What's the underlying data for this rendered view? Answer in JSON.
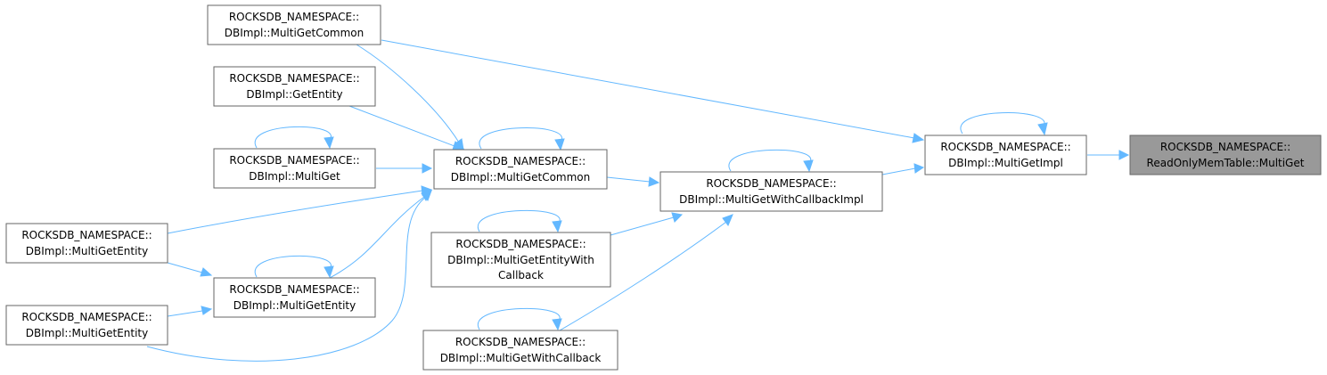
{
  "diagram": {
    "nodes": {
      "multiget_common_top": {
        "lines": [
          "ROCKSDB_NAMESPACE::",
          "DBImpl::MultiGetCommon"
        ]
      },
      "get_entity": {
        "lines": [
          "ROCKSDB_NAMESPACE::",
          "DBImpl::GetEntity"
        ]
      },
      "multiget": {
        "lines": [
          "ROCKSDB_NAMESPACE::",
          "DBImpl::MultiGet"
        ]
      },
      "multiget_entity_a": {
        "lines": [
          "ROCKSDB_NAMESPACE::",
          "DBImpl::MultiGetEntity"
        ]
      },
      "multiget_entity_b": {
        "lines": [
          "ROCKSDB_NAMESPACE::",
          "DBImpl::MultiGetEntity"
        ]
      },
      "multiget_entity_c": {
        "lines": [
          "ROCKSDB_NAMESPACE::",
          "DBImpl::MultiGetEntity"
        ]
      },
      "multiget_common_mid": {
        "lines": [
          "ROCKSDB_NAMESPACE::",
          "DBImpl::MultiGetCommon"
        ]
      },
      "multiget_entity_with_callback": {
        "lines": [
          "ROCKSDB_NAMESPACE::",
          "DBImpl::MultiGetEntityWith",
          "Callback"
        ]
      },
      "multiget_with_callback": {
        "lines": [
          "ROCKSDB_NAMESPACE::",
          "DBImpl::MultiGetWithCallback"
        ]
      },
      "multiget_with_callback_impl": {
        "lines": [
          "ROCKSDB_NAMESPACE::",
          "DBImpl::MultiGetWithCallbackImpl"
        ]
      },
      "multiget_impl": {
        "lines": [
          "ROCKSDB_NAMESPACE::",
          "DBImpl::MultiGetImpl"
        ]
      },
      "readonly_memtable_multiget": {
        "lines": [
          "ROCKSDB_NAMESPACE::",
          "ReadOnlyMemTable::MultiGet"
        ]
      }
    },
    "edges": [
      {
        "from": "multiget_impl",
        "to": "readonly_memtable_multiget"
      },
      {
        "from": "multiget_impl",
        "to": "multiget_impl"
      },
      {
        "from": "multiget_with_callback_impl",
        "to": "multiget_impl"
      },
      {
        "from": "multiget_common_top",
        "to": "multiget_impl"
      },
      {
        "from": "multiget_with_callback_impl",
        "to": "multiget_with_callback_impl"
      },
      {
        "from": "multiget_common_mid",
        "to": "multiget_with_callback_impl"
      },
      {
        "from": "multiget_entity_with_callback",
        "to": "multiget_with_callback_impl"
      },
      {
        "from": "multiget_with_callback",
        "to": "multiget_with_callback_impl"
      },
      {
        "from": "multiget_common_mid",
        "to": "multiget_common_mid"
      },
      {
        "from": "multiget_common_top",
        "to": "multiget_common_mid"
      },
      {
        "from": "get_entity",
        "to": "multiget_common_mid"
      },
      {
        "from": "multiget",
        "to": "multiget_common_mid"
      },
      {
        "from": "multiget_entity_a",
        "to": "multiget_common_mid"
      },
      {
        "from": "multiget_entity_b",
        "to": "multiget_common_mid"
      },
      {
        "from": "multiget_entity_c",
        "to": "multiget_common_mid"
      },
      {
        "from": "multiget",
        "to": "multiget"
      },
      {
        "from": "multiget_entity_b",
        "to": "multiget_entity_b"
      },
      {
        "from": "multiget_entity_a",
        "to": "multiget_entity_b"
      },
      {
        "from": "multiget_entity_c",
        "to": "multiget_entity_b"
      },
      {
        "from": "multiget_entity_with_callback",
        "to": "multiget_entity_with_callback"
      },
      {
        "from": "multiget_with_callback",
        "to": "multiget_with_callback"
      }
    ],
    "colors": {
      "node_fill": "#ffffff",
      "node_border": "#666666",
      "target_fill": "#999999",
      "edge": "#63b8ff"
    }
  }
}
